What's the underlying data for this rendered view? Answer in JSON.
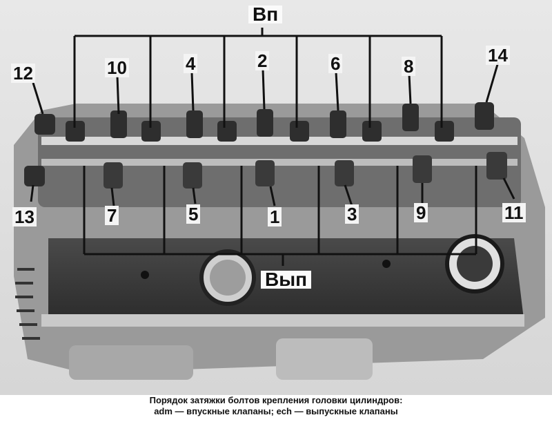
{
  "bolt_labels": {
    "b1": "1",
    "b2": "2",
    "b3": "3",
    "b4": "4",
    "b5": "5",
    "b6": "6",
    "b7": "7",
    "b8": "8",
    "b9": "9",
    "b10": "10",
    "b11": "11",
    "b12": "12",
    "b13": "13",
    "b14": "14"
  },
  "intake_label": "Вп",
  "exhaust_label": "Вып",
  "caption": {
    "line1": "Порядок затяжки болтов крепления головки цилиндров:",
    "line2": "adm — впускные клапаны; ech — выпускные клапаны"
  },
  "colors": {
    "ink": "#111111",
    "metal_dark": "#3a3a3a",
    "metal_light": "#cfcfcf",
    "paper": "#ffffff"
  }
}
